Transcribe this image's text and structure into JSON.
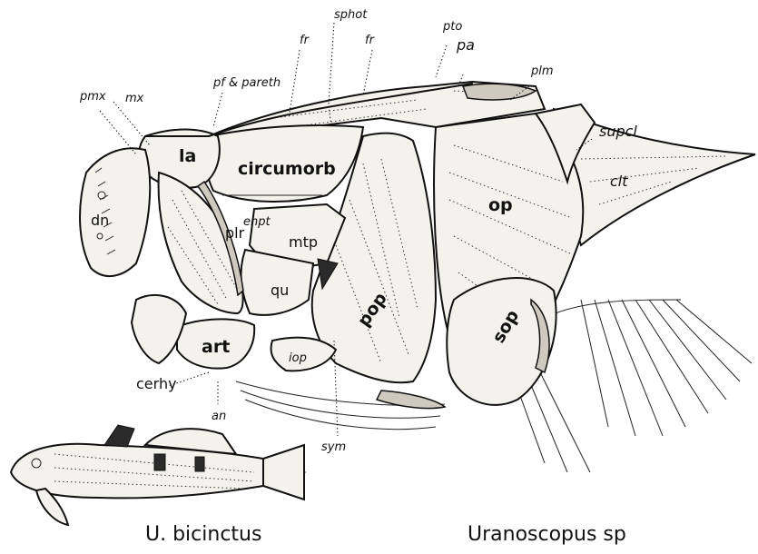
{
  "figure": {
    "captions": {
      "left": "U. bicinctus",
      "right": "Uranoscopus sp"
    },
    "labels": {
      "sphot": "sphot",
      "fr_left": "fr",
      "fr_right": "fr",
      "pto": "pto",
      "pa": "pa",
      "plm": "plm",
      "pmx": "pmx",
      "mx": "mx",
      "pf_pareth": "pf & pareth",
      "supcl": "supcl",
      "la": "la",
      "circumorb": "circumorb",
      "clt": "clt",
      "dn": "dn",
      "op": "op",
      "enpt": "enpt",
      "plr": "plr",
      "mtp": "mtp",
      "qu": "qu",
      "pop": "pop",
      "sop": "sop",
      "art": "art",
      "iop": "iop",
      "cerhy": "cerhy",
      "an": "an",
      "sym": "sym"
    }
  }
}
